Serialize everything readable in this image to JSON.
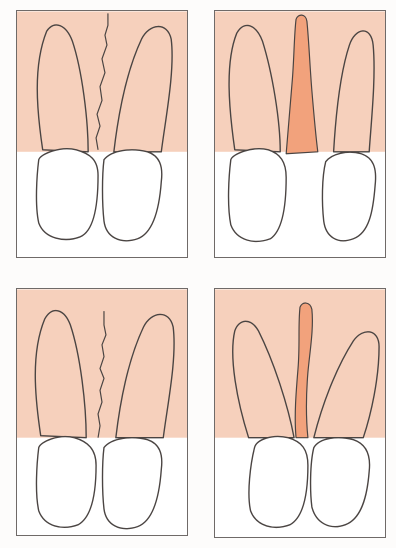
{
  "figure": {
    "panels": [
      {
        "id": "top-left",
        "state": "closed-fissure",
        "gap": "none"
      },
      {
        "id": "top-right",
        "state": "open-fissure",
        "gap": "filled",
        "gap_color": "#f2a27c"
      },
      {
        "id": "bottom-left",
        "state": "closed-fissure",
        "gap": "none"
      },
      {
        "id": "bottom-right",
        "state": "open-fissure",
        "gap": "filled",
        "gap_color": "#f2a27c"
      }
    ],
    "colors": {
      "gum": "#f6d0bc",
      "tooth": "#ffffff",
      "outline": "#4a4442",
      "gap": "#f2a27c",
      "frame": "#6f6a68"
    }
  }
}
